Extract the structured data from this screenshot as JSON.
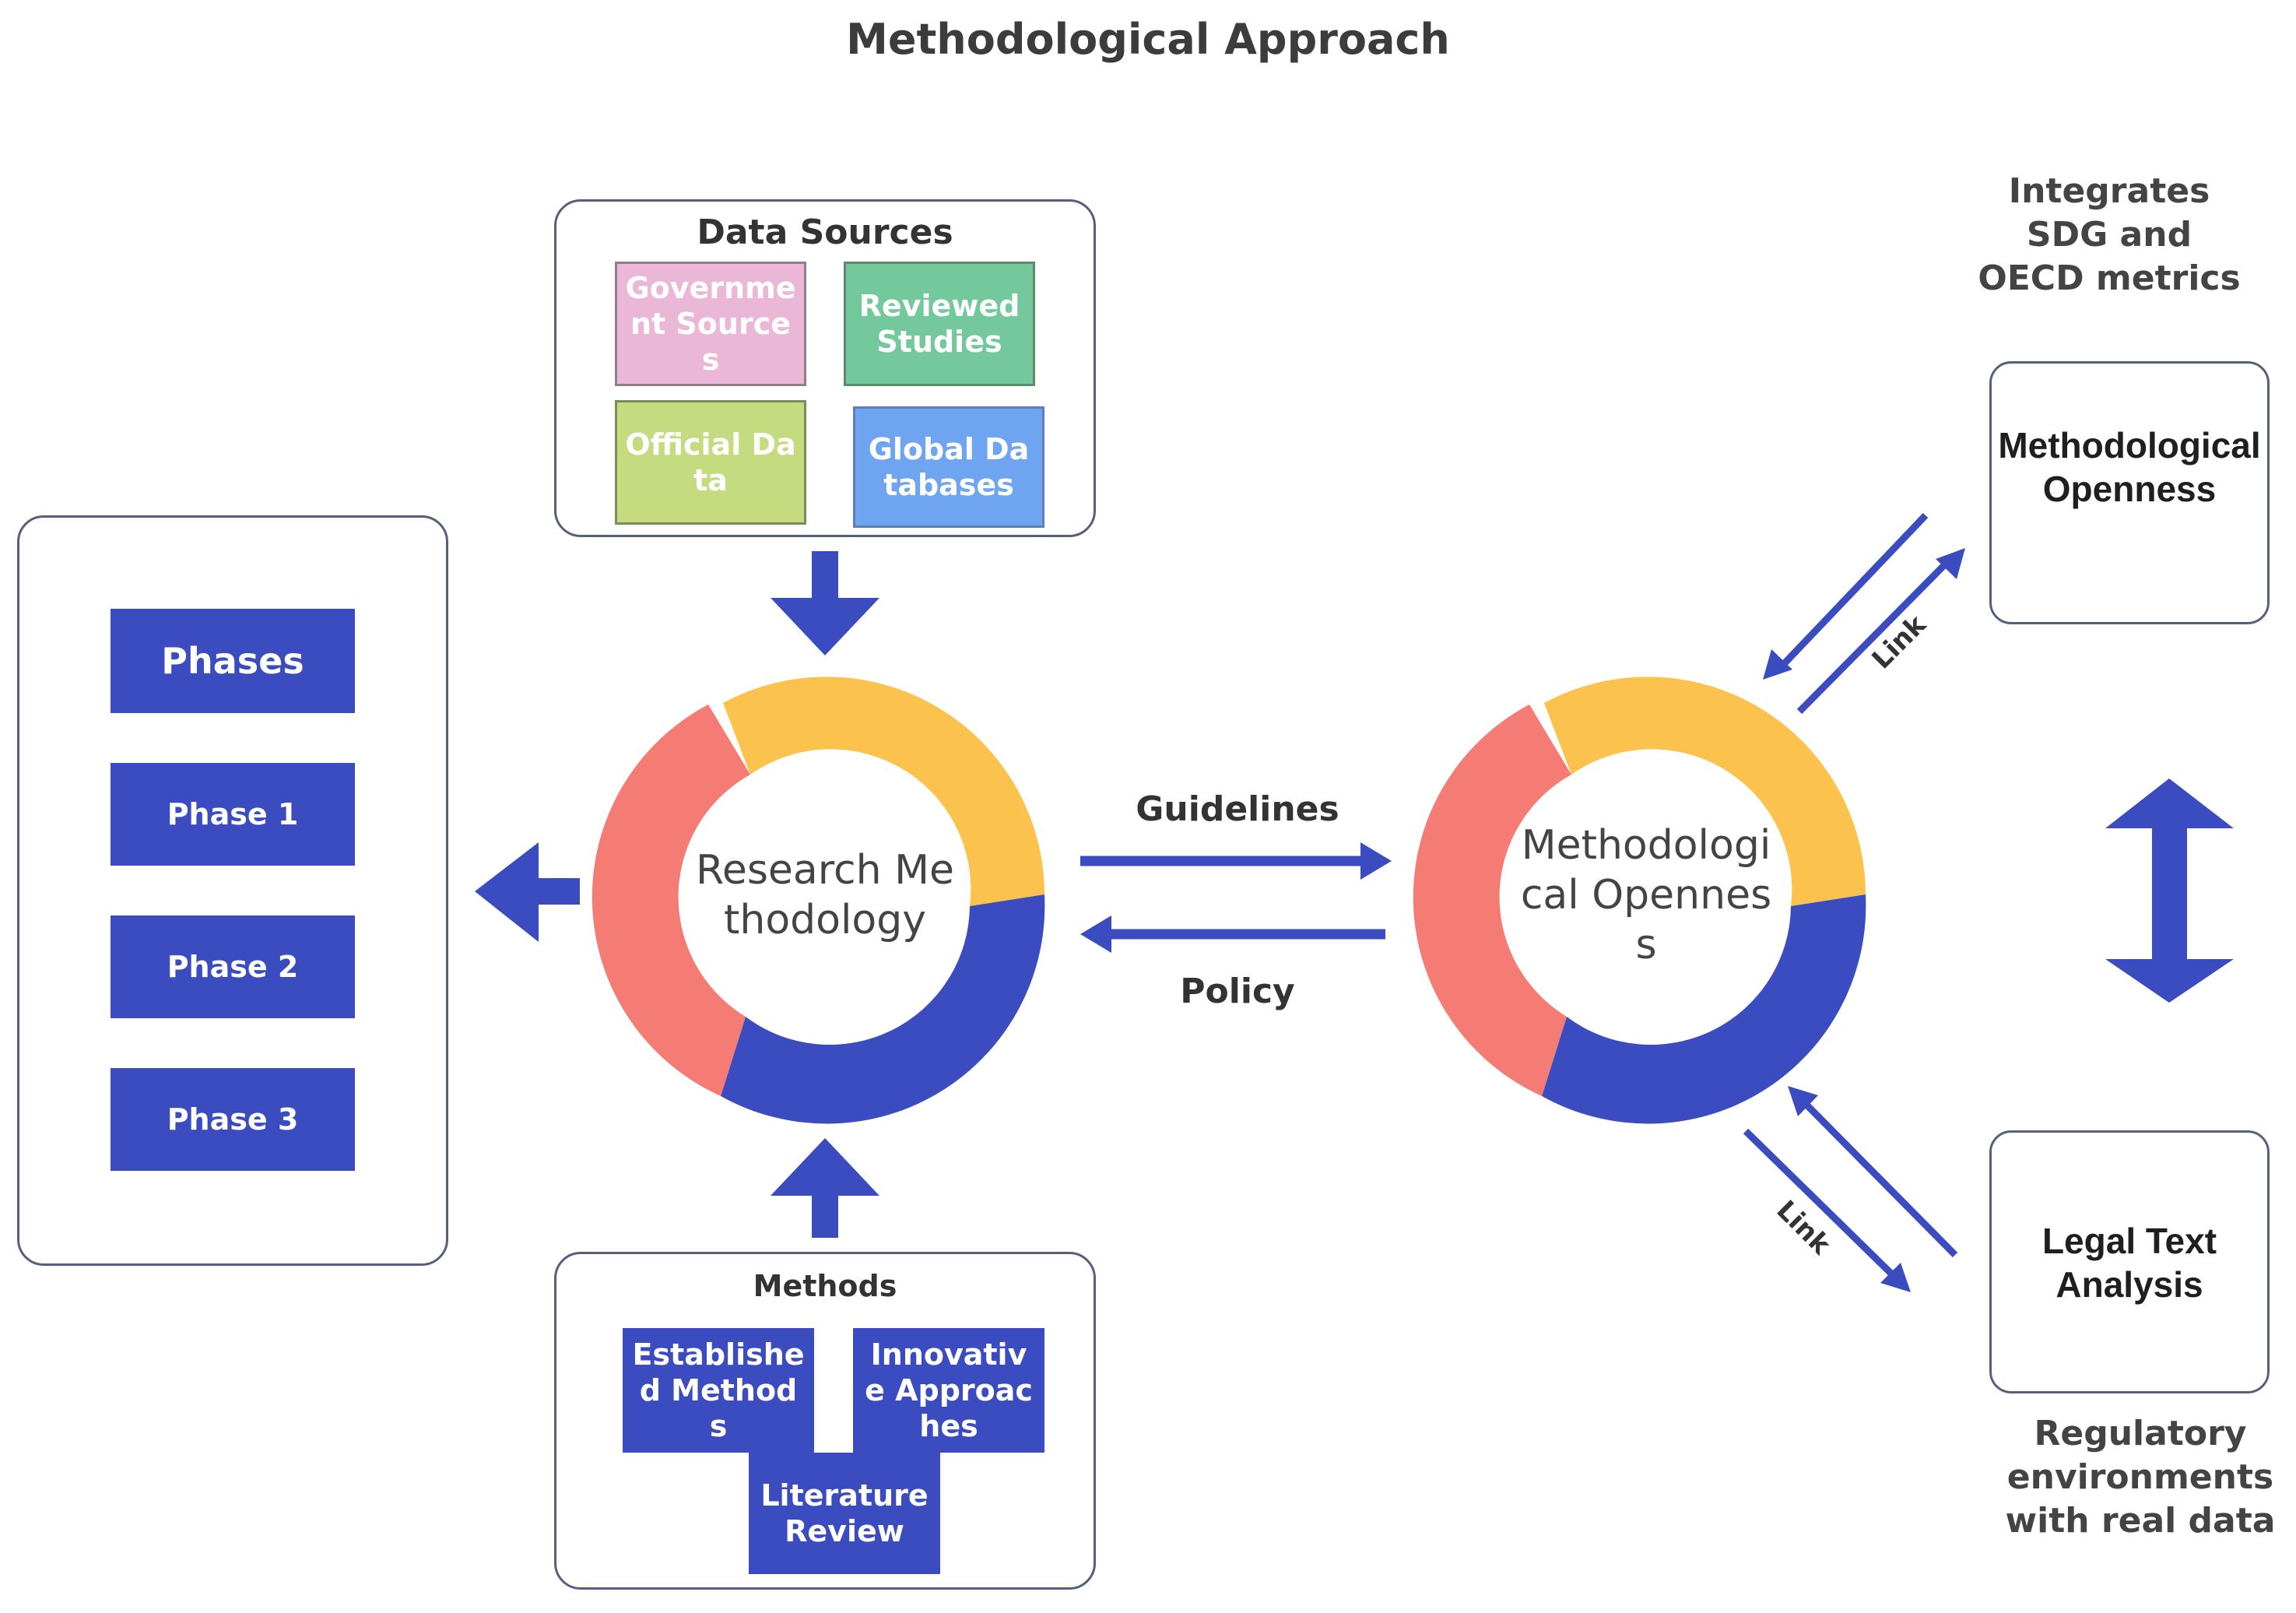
{
  "title": "Methodological Approach",
  "colors": {
    "blue": "#3b4cc0",
    "yellow": "#fbc24e",
    "red": "#f47c74",
    "pink": "#eab7d7",
    "green": "#74c99c",
    "lime": "#c4db80",
    "sky": "#6fa4f0"
  },
  "data_sources": {
    "heading": "Data Sources",
    "tiles": [
      "Government Sources",
      "Reviewed Studies",
      "Official Data",
      "Global Databases"
    ]
  },
  "methods": {
    "heading": "Methods",
    "tiles": [
      "Established Methods",
      "Innovative Approaches",
      "Literature Review"
    ]
  },
  "phases": {
    "heading": "Phases",
    "items": [
      "Phase 1",
      "Phase 2",
      "Phase 3"
    ]
  },
  "cycles": {
    "research": "Research Methodology",
    "openness": "Methodological Openness"
  },
  "connectors": {
    "guidelines": "Guidelines",
    "policy": "Policy",
    "link_top": "Link",
    "link_bottom": "Link"
  },
  "right": {
    "note_top": "Integrates SDG and OECD metrics",
    "box_top": "Methodological Openness",
    "box_bottom": "Legal Text Analysis",
    "note_bottom": "Regulatory environments with real data"
  }
}
